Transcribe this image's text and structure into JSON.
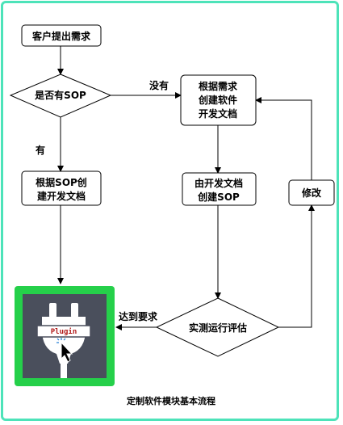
{
  "flowchart": {
    "start": "客户提出需求",
    "decision_sop": "是否有SOP",
    "edge_no": "没有",
    "edge_yes": "有",
    "create_from_requirement": [
      "根据需求",
      "创建软件",
      "开发文档"
    ],
    "create_from_sop": [
      "根据SOP创",
      "建开发文档"
    ],
    "create_sop": [
      "由开发文档",
      "创建SOP"
    ],
    "modify": "修改",
    "evaluate": "实测运行评估",
    "edge_meets": "达到要求"
  },
  "plugin_icon": {
    "label": "Plugin",
    "colors": {
      "background": "#25d04a",
      "tile": "#4a4f5c",
      "plug": "#ffffff",
      "label": "#b01818",
      "cursor": "#000000"
    }
  },
  "caption": "定制软件模块基本流程",
  "colors": {
    "frame_border": "#4de3b9",
    "stroke": "#000000",
    "fill": "#ffffff"
  }
}
